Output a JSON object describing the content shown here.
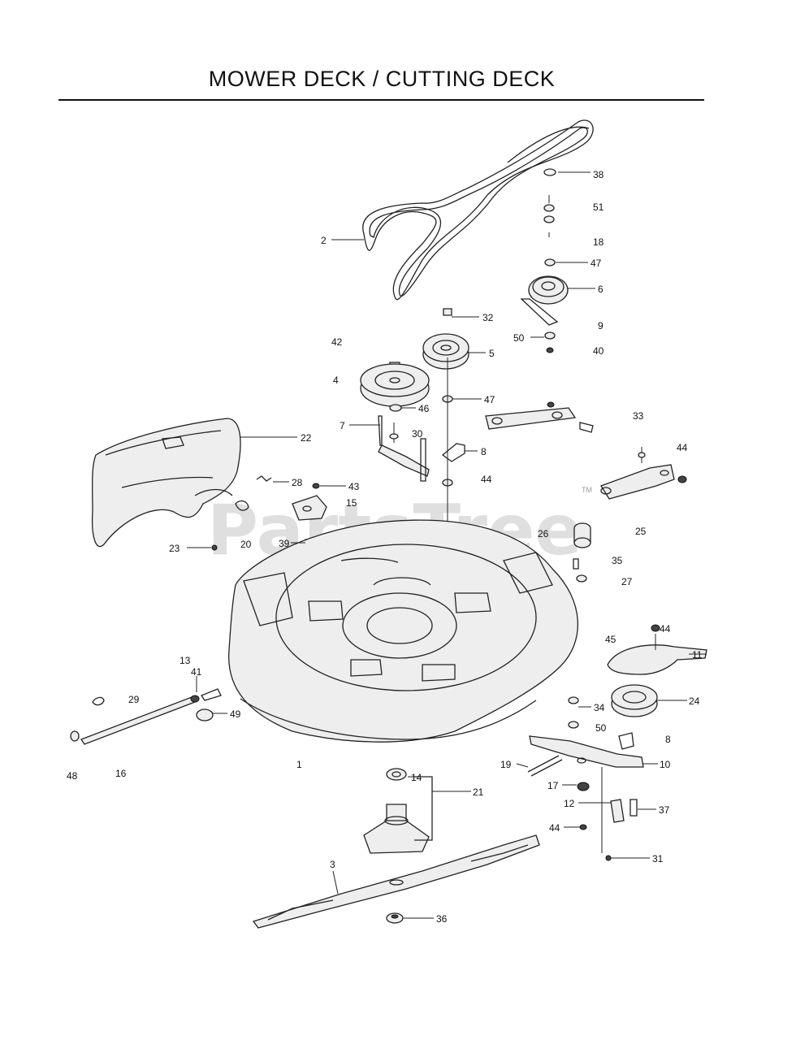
{
  "title": "MOWER DECK / CUTTING DECK",
  "watermark": {
    "text": "PartsTree",
    "trademark": "TM"
  },
  "colors": {
    "ink": "#111111",
    "watermark": "#d9d9d9",
    "background": "#ffffff"
  },
  "callouts": [
    {
      "id": "38",
      "label": "38"
    },
    {
      "id": "51",
      "label": "51"
    },
    {
      "id": "18",
      "label": "18"
    },
    {
      "id": "47a",
      "label": "47"
    },
    {
      "id": "6",
      "label": "6"
    },
    {
      "id": "2",
      "label": "2"
    },
    {
      "id": "32",
      "label": "32"
    },
    {
      "id": "9",
      "label": "9"
    },
    {
      "id": "50a",
      "label": "50"
    },
    {
      "id": "40",
      "label": "40"
    },
    {
      "id": "42",
      "label": "42"
    },
    {
      "id": "5",
      "label": "5"
    },
    {
      "id": "4",
      "label": "4"
    },
    {
      "id": "46",
      "label": "46"
    },
    {
      "id": "47b",
      "label": "47"
    },
    {
      "id": "7",
      "label": "7"
    },
    {
      "id": "30",
      "label": "30"
    },
    {
      "id": "22",
      "label": "22"
    },
    {
      "id": "33",
      "label": "33"
    },
    {
      "id": "44a",
      "label": "44"
    },
    {
      "id": "8a",
      "label": "8"
    },
    {
      "id": "44b",
      "label": "44"
    },
    {
      "id": "28",
      "label": "28"
    },
    {
      "id": "43",
      "label": "43"
    },
    {
      "id": "15",
      "label": "15"
    },
    {
      "id": "26",
      "label": "26"
    },
    {
      "id": "25",
      "label": "25"
    },
    {
      "id": "23",
      "label": "23"
    },
    {
      "id": "20",
      "label": "20"
    },
    {
      "id": "39",
      "label": "39"
    },
    {
      "id": "35",
      "label": "35"
    },
    {
      "id": "27",
      "label": "27"
    },
    {
      "id": "45",
      "label": "45"
    },
    {
      "id": "44c",
      "label": "44"
    },
    {
      "id": "11",
      "label": "11"
    },
    {
      "id": "13",
      "label": "13"
    },
    {
      "id": "41",
      "label": "41"
    },
    {
      "id": "29",
      "label": "29"
    },
    {
      "id": "49",
      "label": "49"
    },
    {
      "id": "34",
      "label": "34"
    },
    {
      "id": "24",
      "label": "24"
    },
    {
      "id": "50b",
      "label": "50"
    },
    {
      "id": "8b",
      "label": "8"
    },
    {
      "id": "48",
      "label": "48"
    },
    {
      "id": "16",
      "label": "16"
    },
    {
      "id": "1",
      "label": "1"
    },
    {
      "id": "19",
      "label": "19"
    },
    {
      "id": "10",
      "label": "10"
    },
    {
      "id": "14",
      "label": "14"
    },
    {
      "id": "21",
      "label": "21"
    },
    {
      "id": "17",
      "label": "17"
    },
    {
      "id": "12",
      "label": "12"
    },
    {
      "id": "37",
      "label": "37"
    },
    {
      "id": "44d",
      "label": "44"
    },
    {
      "id": "3",
      "label": "3"
    },
    {
      "id": "31",
      "label": "31"
    },
    {
      "id": "36",
      "label": "36"
    }
  ]
}
